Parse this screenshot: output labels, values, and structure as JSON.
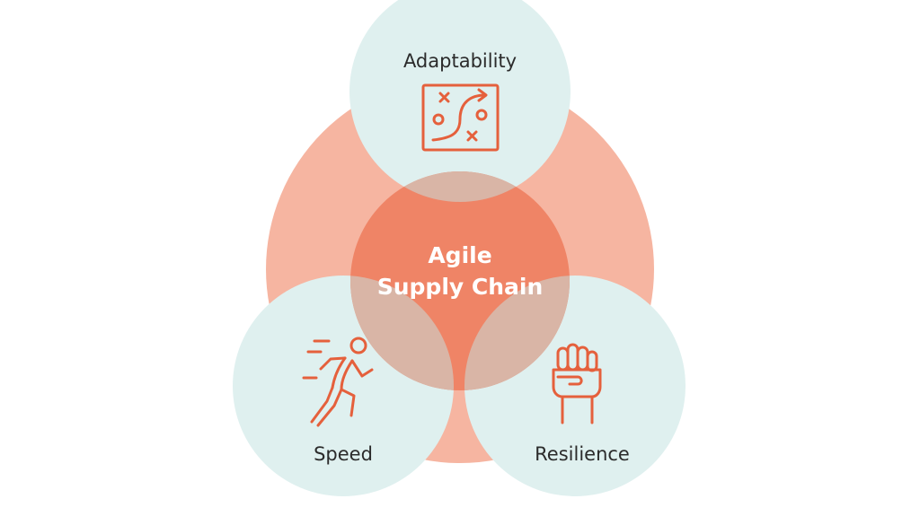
{
  "colors": {
    "background": "#ffffff",
    "large_circle": "#f6b5a1",
    "small_circle": "#dff0ef",
    "overlap": "#d9b5a6",
    "center": "#ef8466",
    "icon": "#e5603c",
    "text_dark": "#2b2b2b",
    "text_light": "#ffffff"
  },
  "diagram": {
    "center": {
      "line1": "Agile",
      "line2": "Supply Chain"
    },
    "nodes": [
      {
        "id": "adaptability",
        "label": "Adaptability",
        "icon": "strategy-board-icon"
      },
      {
        "id": "speed",
        "label": "Speed",
        "icon": "running-person-icon"
      },
      {
        "id": "resilience",
        "label": "Resilience",
        "icon": "raised-fist-icon"
      }
    ]
  }
}
